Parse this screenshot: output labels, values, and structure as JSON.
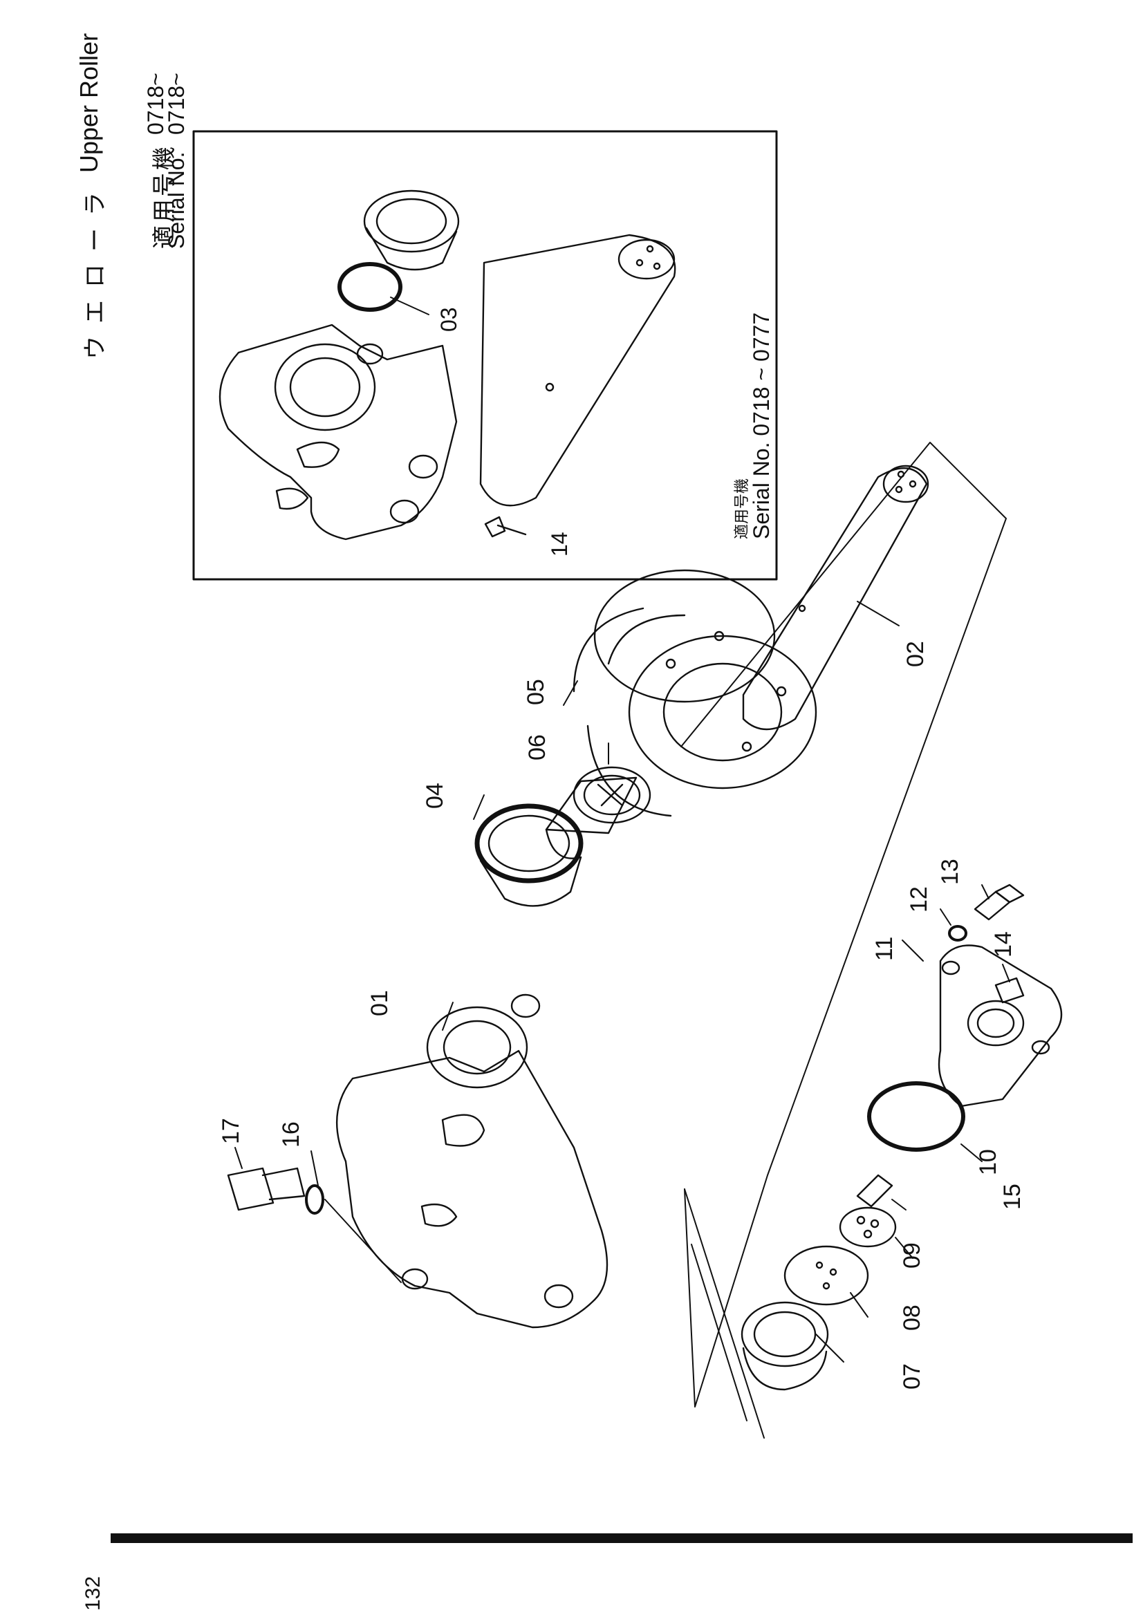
{
  "header": {
    "title_jp": "ウエローラ",
    "title_en": "Upper Roller",
    "applicable_label_jp": "適用号機",
    "applicable_label_en": "Serial No.",
    "applicable_value_jp": "0718~",
    "applicable_value_en": "0718~"
  },
  "inset": {
    "label_jp": "適用号機",
    "label_en": "Serial No. 0718 ~ 0777",
    "callouts": [
      "03",
      "14"
    ]
  },
  "callouts": [
    "01",
    "02",
    "04",
    "05",
    "06",
    "07",
    "08",
    "09",
    "10",
    "11",
    "12",
    "13",
    "14",
    "15",
    "16",
    "17"
  ],
  "footer": {
    "page_number": "132"
  }
}
